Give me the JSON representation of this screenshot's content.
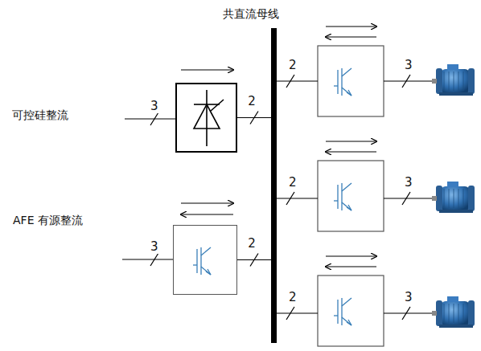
{
  "diagram": {
    "nodes": [
      {
        "text": [
          "共直流母线"
        ]
      },
      {
        "text": [
          "可控硅整流"
        ]
      },
      {
        "text": [
          "AFE 有源整流"
        ]
      }
    ],
    "edges": [
      {
        "from": 1,
        "to": 0,
        "arrow": "none",
        "label": "2"
      },
      {
        "from": 2,
        "to": 0,
        "arrow": "none",
        "label": "2"
      }
    ],
    "labels": [
      "3",
      "3",
      "2",
      "3",
      "2",
      "3",
      "2",
      "3"
    ]
  }
}
